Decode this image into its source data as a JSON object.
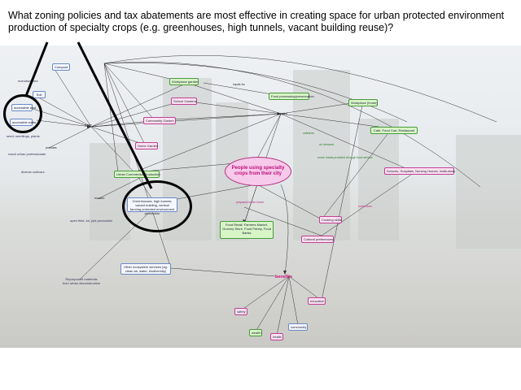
{
  "question": "What zoning policies and tax abatements are most effective in creating space for urban protected environment production of specialty crops (e.g. greenhouses, high tunnels, vacant building reuse)?",
  "central_node": "People using specialty crops from their city",
  "benefits_label": "benefits",
  "nodes": {
    "compost": "Compost",
    "manufactured": "manufactured",
    "soil": "Soil",
    "accessible_land": "accessible land",
    "accessible_water": "accessible water",
    "seed": "seed, seedlings, plants",
    "ag_expertise": "reach urban professionals",
    "diverse_cultivars": "diverse cultivars",
    "workplace_garden": "Workplace garden",
    "school_gardens": "School Gardens",
    "community_garden": "Community Garden",
    "home_garden": "Home Garden",
    "urban_production": "Urban Commercial Production",
    "food_processing": "Food processing/preservation",
    "workplace_home": "Workplace (home)",
    "cafe": "Cafe, Food Cart, Restaurant",
    "schools_hospitals": "Schools, Hospitals, Nursing Homes, Institutions",
    "greenhouses": "Greenhouses, high tunnels, vacant building, vertical farming protected environment production",
    "open_field": "open field, lot, plot production",
    "food_retail": "Food Retail: Farmers Market, Grocery Store, Food Pantry, Food Banks",
    "cooking_skills": "Cooking skills",
    "cultural_preferences": "Cultural preferences",
    "ecosystem_services": "Other ecosystem services (eg. clean air, water, biodiversity)",
    "repurposed": "Repurposed materials from urban deconstruction",
    "safety": "safety",
    "wealth": "wealth",
    "health": "health",
    "community": "community",
    "education": "education"
  },
  "link_labels": {
    "inputs_for": "inputs for",
    "supplies": "supplies",
    "cafeteria": "cafeteria",
    "on_demand": "on demand",
    "some_meals": "some meals provided through food service",
    "prepared_in_home": "prepared in the home",
    "provides": "provides",
    "location": "location",
    "curriculum": "curriculum",
    "water": "water"
  },
  "colors": {
    "node_border": "#6c8ac4",
    "green_node": "#d8f5c8",
    "pink_node": "#fbe2f2",
    "central_fill": "#f7c9ea",
    "benefits_text": "#d0107a",
    "ring": "#000000"
  }
}
